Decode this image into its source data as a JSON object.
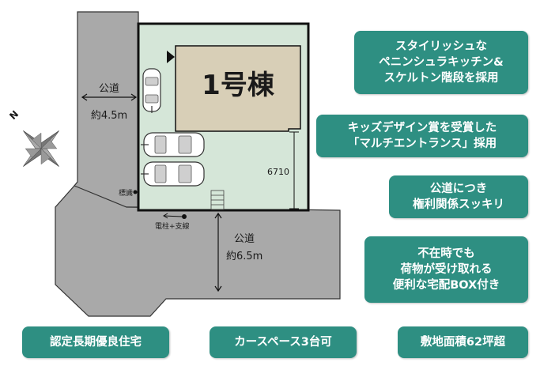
{
  "colors": {
    "road": "#a9a9a9",
    "lot": "#d5e6d8",
    "building": "#d8cfb7",
    "badge": "#2e8f82",
    "outline": "#1a1a1a"
  },
  "plan": {
    "building_label": "1号棟",
    "dimension_label": "6710",
    "road_north": {
      "line1": "公道",
      "line2": "約4.5m"
    },
    "road_south": {
      "line1": "公道",
      "line2": "約6.5m"
    },
    "marker_label": "標識",
    "pole_label": "電柱+支線",
    "compass_label": "N"
  },
  "features": [
    {
      "text": "スタイリッシュな\nペニンシュラキッチン&\nスケルトン階段を採用"
    },
    {
      "text": "キッズデザイン賞を受賞した\n「マルチエントランス」採用"
    },
    {
      "text": "公道につき\n権利関係スッキリ"
    },
    {
      "text": "不在時でも\n荷物が受け取れる\n便利な宅配BOX付き"
    }
  ],
  "bottom_badges": [
    {
      "text": "認定長期優良住宅"
    },
    {
      "text": "カースペース3台可"
    },
    {
      "text": "敷地面積62坪超"
    }
  ],
  "icons": {
    "compass": "compass-rose-icon",
    "car": "car-icon",
    "arrow": "arrow-icon"
  }
}
